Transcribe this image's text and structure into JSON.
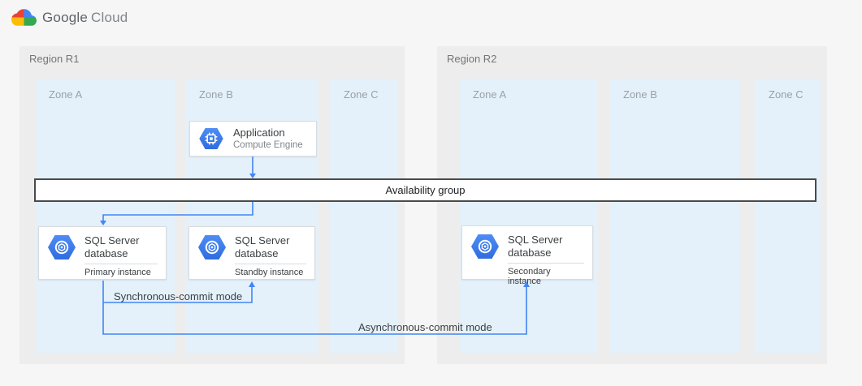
{
  "header": {
    "logo_google": "Google",
    "logo_cloud": "Cloud"
  },
  "regions": [
    {
      "label": "Region R1",
      "zones": [
        {
          "label": "Zone A"
        },
        {
          "label": "Zone B"
        },
        {
          "label": "Zone C"
        }
      ]
    },
    {
      "label": "Region R2",
      "zones": [
        {
          "label": "Zone A"
        },
        {
          "label": "Zone B"
        },
        {
          "label": "Zone C"
        }
      ]
    }
  ],
  "nodes": {
    "application": {
      "title": "Application",
      "subtitle": "Compute Engine",
      "icon": "compute-engine-hexagon-icon"
    },
    "availability_group": {
      "label": "Availability group"
    },
    "primary_db": {
      "title": "SQL Server database",
      "subtitle": "Primary instance",
      "icon": "sql-server-hexagon-icon"
    },
    "standby_db": {
      "title": "SQL Server database",
      "subtitle": "Standby instance",
      "icon": "sql-server-hexagon-icon"
    },
    "secondary_db": {
      "title": "SQL Server database",
      "subtitle": "Secondary instance",
      "icon": "sql-server-hexagon-icon"
    }
  },
  "edges": {
    "sync_label": "Synchronous-commit mode",
    "async_label": "Asynchronous-commit mode"
  },
  "colors": {
    "page_bg": "#f6f6f6",
    "region_bg": "#ededed",
    "zone_bg": "#e4f1fb",
    "arrow_blue": "#4285f4",
    "hexagon_blue_top": "#4e8df5",
    "hexagon_blue_bottom": "#2f6ce0",
    "bar_border": "#4a4a4a",
    "logo_red": "#ea4335",
    "logo_yellow": "#fbbc05",
    "logo_blue": "#4285f4",
    "logo_green": "#34a853"
  }
}
